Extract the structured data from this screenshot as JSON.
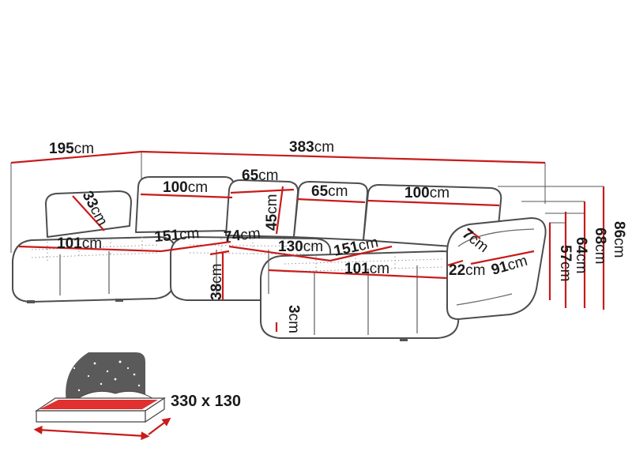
{
  "colors": {
    "dimension_line": "#c81b1b",
    "outline": "#4d4d4d",
    "text": "#1a1a1a",
    "bed_surface": "#e03030"
  },
  "dimensions": {
    "width_left": {
      "value": "195",
      "unit": "cm"
    },
    "width_total": {
      "value": "383",
      "unit": "cm"
    },
    "back_cushion_a": {
      "value": "100",
      "unit": "cm"
    },
    "back_cushion_b": {
      "value": "65",
      "unit": "cm"
    },
    "back_cushion_c": {
      "value": "65",
      "unit": "cm"
    },
    "back_cushion_d": {
      "value": "100",
      "unit": "cm"
    },
    "headrest": {
      "value": "33",
      "unit": "cm"
    },
    "back_height": {
      "value": "45",
      "unit": "cm"
    },
    "chaise_width_left": {
      "value": "101",
      "unit": "cm"
    },
    "chaise_depth_left": {
      "value": "151",
      "unit": "cm"
    },
    "seat_depth": {
      "value": "74",
      "unit": "cm"
    },
    "middle_width": {
      "value": "130",
      "unit": "cm"
    },
    "chaise_depth_right": {
      "value": "151",
      "unit": "cm"
    },
    "chaise_width_right": {
      "value": "101",
      "unit": "cm"
    },
    "armrest_top": {
      "value": "7",
      "unit": "cm"
    },
    "armrest_width": {
      "value": "22",
      "unit": "cm"
    },
    "armrest_depth": {
      "value": "91",
      "unit": "cm"
    },
    "seat_height": {
      "value": "38",
      "unit": "cm"
    },
    "leg_height": {
      "value": "3",
      "unit": "cm"
    },
    "height_57": {
      "value": "57",
      "unit": "cm"
    },
    "height_64": {
      "value": "64",
      "unit": "cm"
    },
    "height_68": {
      "value": "68",
      "unit": "cm"
    },
    "height_86": {
      "value": "86",
      "unit": "cm"
    }
  },
  "sleeping_area": {
    "label": "330 x 130",
    "icon": "bed-function-icon"
  }
}
